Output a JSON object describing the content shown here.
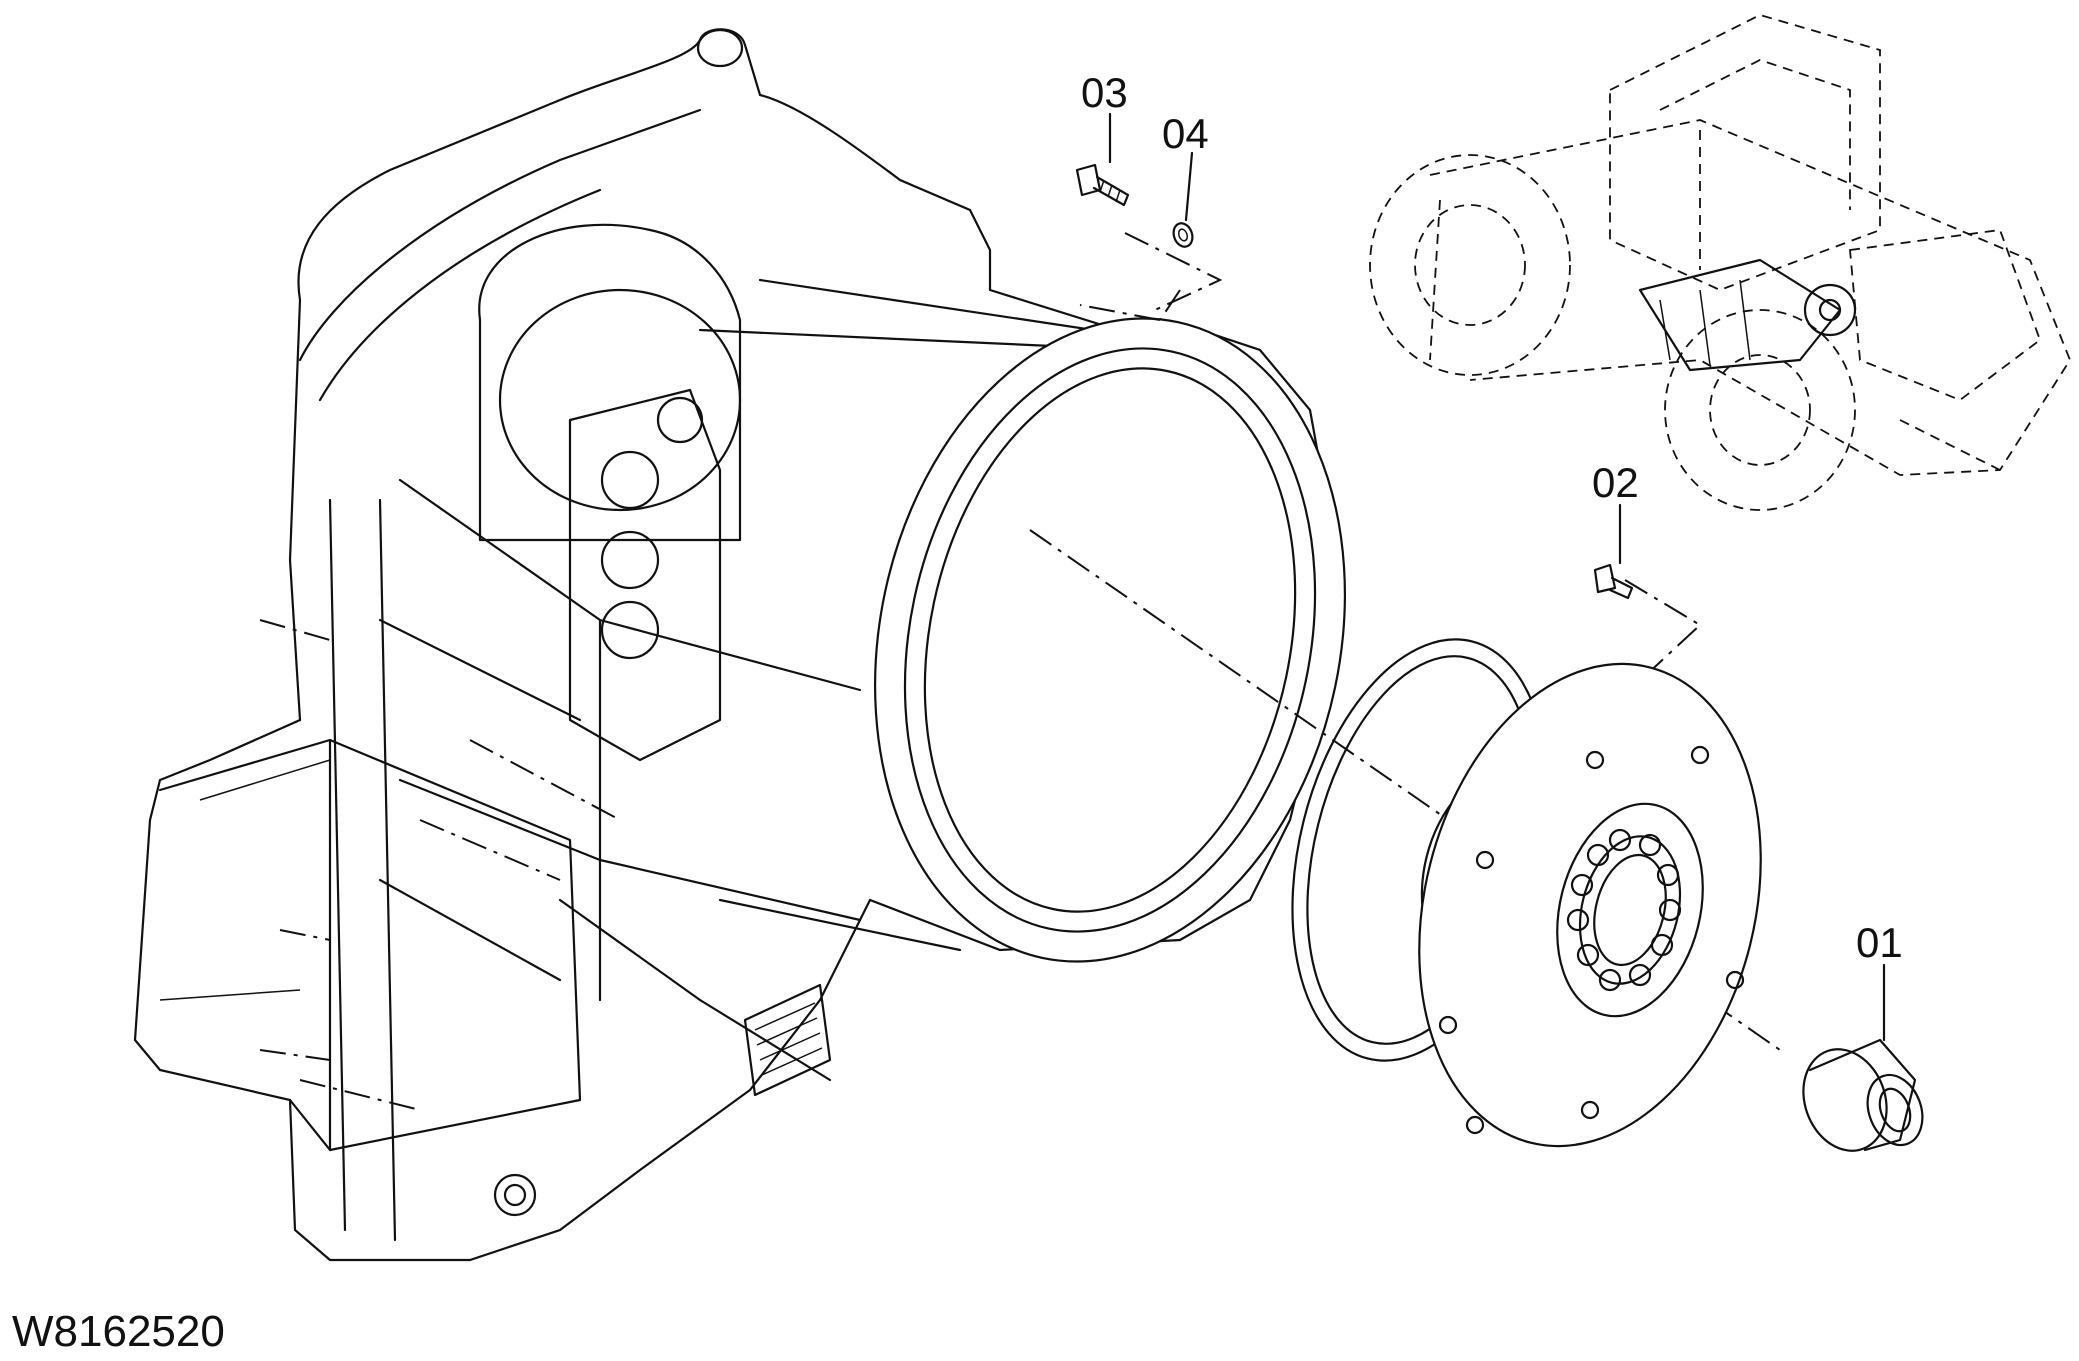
{
  "callouts": [
    {
      "id": "01",
      "label": "01"
    },
    {
      "id": "02",
      "label": "02"
    },
    {
      "id": "03",
      "label": "03"
    },
    {
      "id": "04",
      "label": "04"
    }
  ],
  "drawing_code": "W8162520",
  "colors": {
    "ink": "#111111",
    "paper": "#ffffff"
  }
}
